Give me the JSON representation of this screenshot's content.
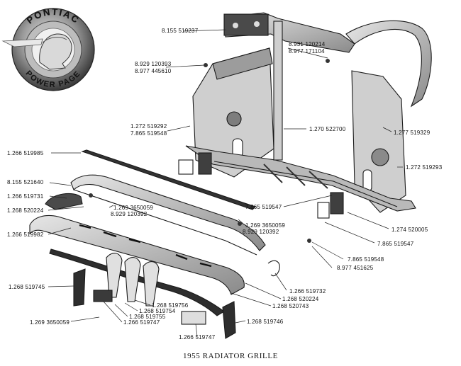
{
  "logo": {
    "top_text": "PONTIAC",
    "bottom_text": "POWER PAGE"
  },
  "caption": "1955 RADIATOR GRILLE",
  "callouts": [
    {
      "id": "c1",
      "text": "8.155 519237"
    },
    {
      "id": "c2",
      "text": "8.931 120214"
    },
    {
      "id": "c3",
      "text": "8.977 171104"
    },
    {
      "id": "c4",
      "text": "8.929 120393"
    },
    {
      "id": "c5",
      "text": "8.977 445610"
    },
    {
      "id": "c6",
      "text": "1.272 519292"
    },
    {
      "id": "c7",
      "text": "7.865 519548"
    },
    {
      "id": "c8",
      "text": "1.270 522700"
    },
    {
      "id": "c9",
      "text": "1.277 519329"
    },
    {
      "id": "c10",
      "text": "1.266 519985"
    },
    {
      "id": "c11",
      "text": "1.272 519293"
    },
    {
      "id": "c12",
      "text": "8.155 521640"
    },
    {
      "id": "c13",
      "text": "1.266 519731"
    },
    {
      "id": "c14",
      "text": "1.268 520224"
    },
    {
      "id": "c15",
      "text": "1.269 3650059"
    },
    {
      "id": "c16",
      "text": "8.929 120392"
    },
    {
      "id": "c17",
      "text": "7.865 519547"
    },
    {
      "id": "c18",
      "text": "1.269 3650059"
    },
    {
      "id": "c19",
      "text": "8.929 120392"
    },
    {
      "id": "c20",
      "text": "1.274 520005"
    },
    {
      "id": "c21",
      "text": "1.266 519982"
    },
    {
      "id": "c22",
      "text": "7.865 519547"
    },
    {
      "id": "c23",
      "text": "7.865 519548"
    },
    {
      "id": "c24",
      "text": "8.977 451625"
    },
    {
      "id": "c25",
      "text": "1.268 519745"
    },
    {
      "id": "c26",
      "text": "1.266 519732"
    },
    {
      "id": "c27",
      "text": "1.268 520224"
    },
    {
      "id": "c28",
      "text": "1.268 520743"
    },
    {
      "id": "c29",
      "text": "1.268 519756"
    },
    {
      "id": "c30",
      "text": "1.268 519754"
    },
    {
      "id": "c31",
      "text": "1.268 519755"
    },
    {
      "id": "c32",
      "text": "1.266 519747"
    },
    {
      "id": "c33",
      "text": "1.269 3650059"
    },
    {
      "id": "c34",
      "text": "1.268 519746"
    },
    {
      "id": "c35",
      "text": "1.266 519747"
    }
  ]
}
